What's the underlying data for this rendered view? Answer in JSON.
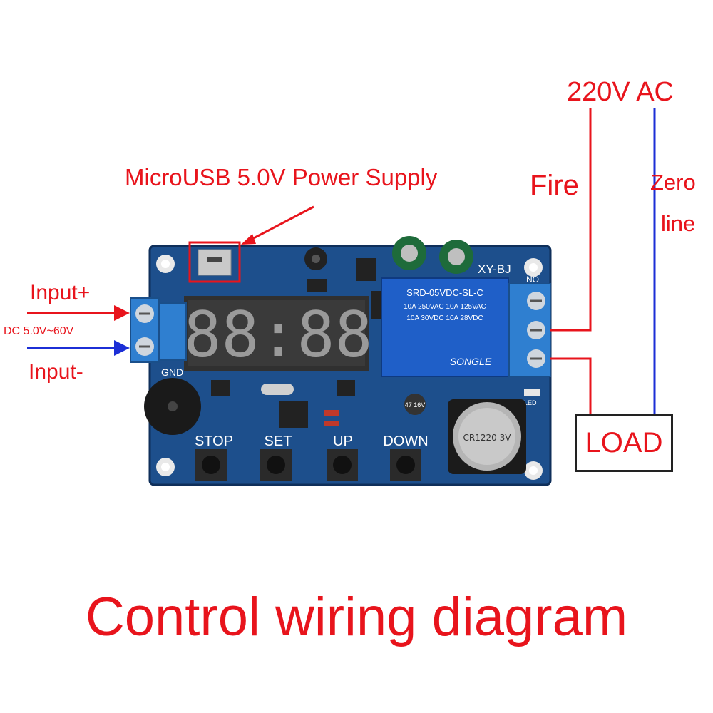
{
  "title": "Control wiring diagram",
  "labels": {
    "usb": "MicroUSB 5.0V Power Supply",
    "ac": "220V AC",
    "fire": "Fire",
    "zero_line_1": "Zero",
    "zero_line_2": "line",
    "input_plus": "Input+",
    "input_minus": "Input-",
    "dc_range": "DC 5.0V~60V",
    "load": "LOAD"
  },
  "board": {
    "model": "XY-BJ",
    "gnd": "GND",
    "buttons": [
      "STOP",
      "SET",
      "UP",
      "DOWN"
    ],
    "display": "88:88",
    "relay_lines": [
      "SRD-05VDC-SL-C",
      "10A 250VAC  10A 125VAC",
      "10A 30VDC  10A 28VDC"
    ],
    "relay_brand": "SONGLE",
    "no_label": "NO",
    "led_label": "LED",
    "battery": "CR1220 3V",
    "cap": "47 16V"
  },
  "colors": {
    "annotation_red": "#e8141c",
    "wire_blue": "#1c2fd6",
    "pcb_blue": "#1d4f8c",
    "terminal_blue": "#2f7fd0",
    "relay_blue": "#1f5fc8"
  }
}
